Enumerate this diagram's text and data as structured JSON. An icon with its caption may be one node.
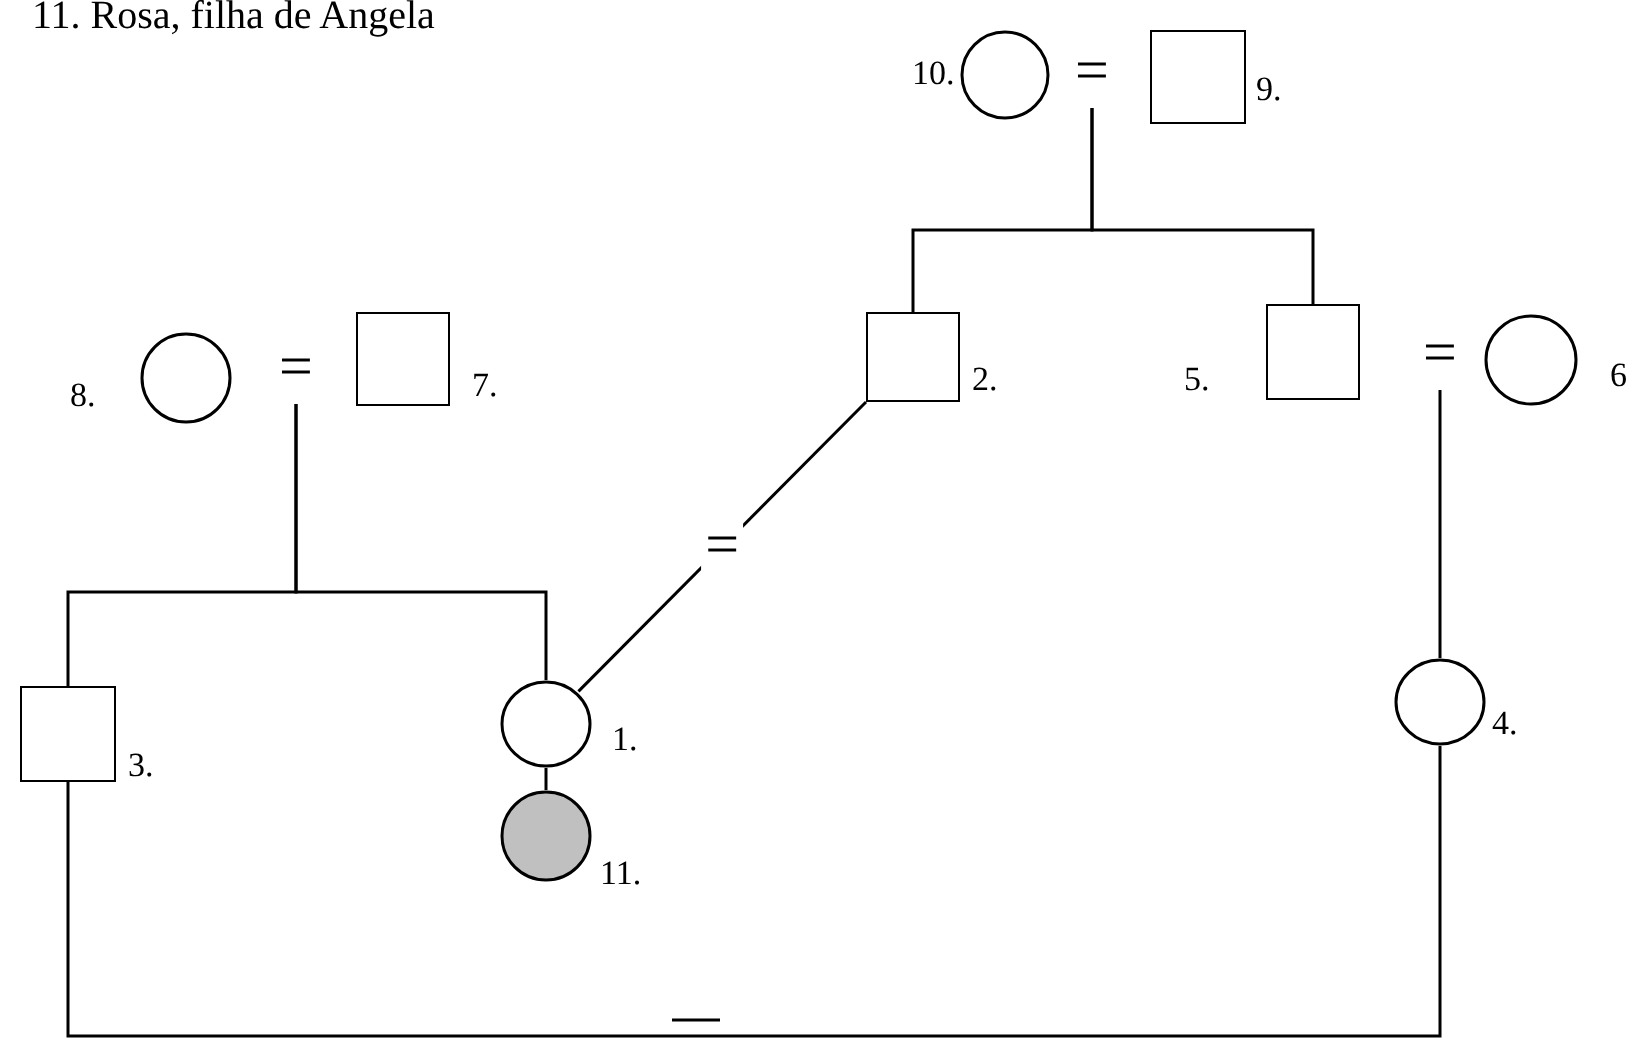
{
  "diagram": {
    "nodes": [
      {
        "text": [],
        "shape": "circle",
        "beside": [
          "10."
        ]
      },
      {
        "text": [
          "="
        ]
      },
      {
        "text": [],
        "shape": "box",
        "beside": [
          "9."
        ]
      },
      {
        "text": [],
        "shape": "circle",
        "beside": [
          "8."
        ]
      },
      {
        "text": [
          "="
        ]
      },
      {
        "text": [],
        "shape": "box",
        "beside": [
          "7."
        ]
      },
      {
        "text": [],
        "shape": "box",
        "beside": [
          "2."
        ]
      },
      {
        "text": [],
        "shape": "box",
        "beside": [
          "5."
        ]
      },
      {
        "text": [
          "="
        ]
      },
      {
        "text": [],
        "shape": "circle",
        "beside": [
          "6"
        ]
      },
      {
        "text": [],
        "shape": "box",
        "beside": [
          "3."
        ]
      },
      {
        "text": [],
        "shape": "circle",
        "beside": [
          "1."
        ]
      },
      {
        "text": [],
        "shape": "circle",
        "beside": [
          "4."
        ]
      },
      {
        "text": [],
        "shape": "circle",
        "beside": [
          "11."
        ]
      }
    ],
    "edges": [
      {
        "from": 1,
        "to": 6,
        "arrow": "none"
      },
      {
        "from": 1,
        "to": 7,
        "arrow": "none"
      },
      {
        "from": 4,
        "to": 10,
        "arrow": "none"
      },
      {
        "from": 4,
        "to": 11,
        "arrow": "none"
      },
      {
        "from": 8,
        "to": 12,
        "arrow": "none"
      },
      {
        "from": 6,
        "to": 11,
        "arrow": "none",
        "label": "="
      },
      {
        "from": 11,
        "to": 13,
        "arrow": "none"
      },
      {
        "from": 10,
        "to": 12,
        "arrow": "none"
      }
    ],
    "labels": [
      "11. Rosa, filha de Angela"
    ]
  }
}
